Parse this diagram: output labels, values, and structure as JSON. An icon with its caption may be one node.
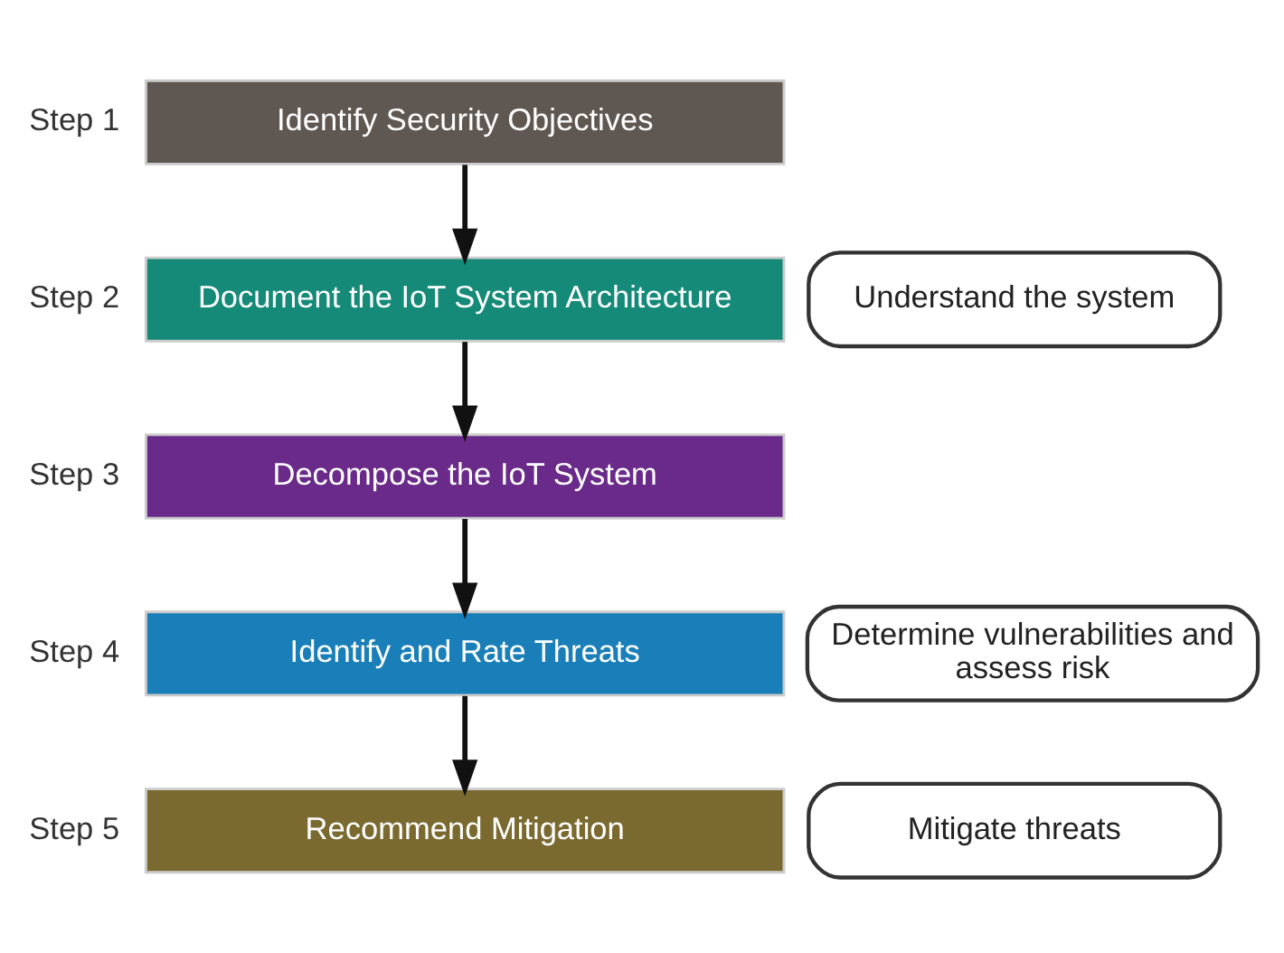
{
  "diagram": {
    "nodes": [
      {
        "text": [
          "Identify Security Objectives"
        ],
        "beside": [
          "Step 1"
        ]
      },
      {
        "text": [
          "Document the IoT System Architecture"
        ],
        "beside": [
          "Step 2"
        ]
      },
      {
        "text": [
          "Decompose the IoT System"
        ],
        "beside": [
          "Step 3"
        ]
      },
      {
        "text": [
          "Identify and Rate Threats"
        ],
        "beside": [
          "Step 4"
        ]
      },
      {
        "text": [
          "Recommend Mitigation"
        ],
        "beside": [
          "Step 5"
        ]
      }
    ],
    "edges": [
      {
        "from": 0,
        "to": 1,
        "arrow": "to"
      },
      {
        "from": 1,
        "to": 2,
        "arrow": "to"
      },
      {
        "from": 2,
        "to": 3,
        "arrow": "to"
      },
      {
        "from": 3,
        "to": 4,
        "arrow": "to"
      }
    ],
    "labels": [
      "Understand the system",
      "Determine vulnerabilities and assess risk",
      "Mitigate threats"
    ]
  }
}
